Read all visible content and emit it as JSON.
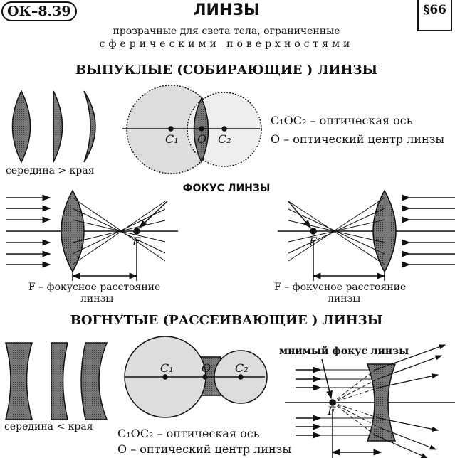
{
  "header": {
    "code": "ОК–8.39",
    "title": "ЛИНЗЫ",
    "paragraph": "§66"
  },
  "definition": {
    "line1": "прозрачные для света тела, ограниченные",
    "line2": "сферическими поверхностями"
  },
  "convex": {
    "heading": "ВЫПУКЛЫЕ (СОБИРАЮЩИЕ ) ЛИНЗЫ",
    "shape_caption": "середина > края",
    "points": {
      "c1": "C₁",
      "o": "O",
      "c2": "C₂"
    },
    "axis_text": "C₁OC₂ – оптическая ось",
    "center_text": "O – оптический центр линзы",
    "focus_heading": "ФОКУС ЛИНЗЫ",
    "focus_label": "F",
    "focal_text_line1": "F – фокусное расстояние",
    "focal_text_line2": "линзы"
  },
  "concave": {
    "heading": "ВОГНУТЫЕ (РАССЕИВАЮЩИЕ ) ЛИНЗЫ",
    "shape_caption": "середина < края",
    "points": {
      "c1": "C₁",
      "o": "O",
      "c2": "C₂"
    },
    "axis_text": "C₁OC₂ – оптическая ось",
    "center_text": "O – оптический центр линзы",
    "virtual_focus": "мнимый фокус линзы",
    "focus_label": "F"
  }
}
